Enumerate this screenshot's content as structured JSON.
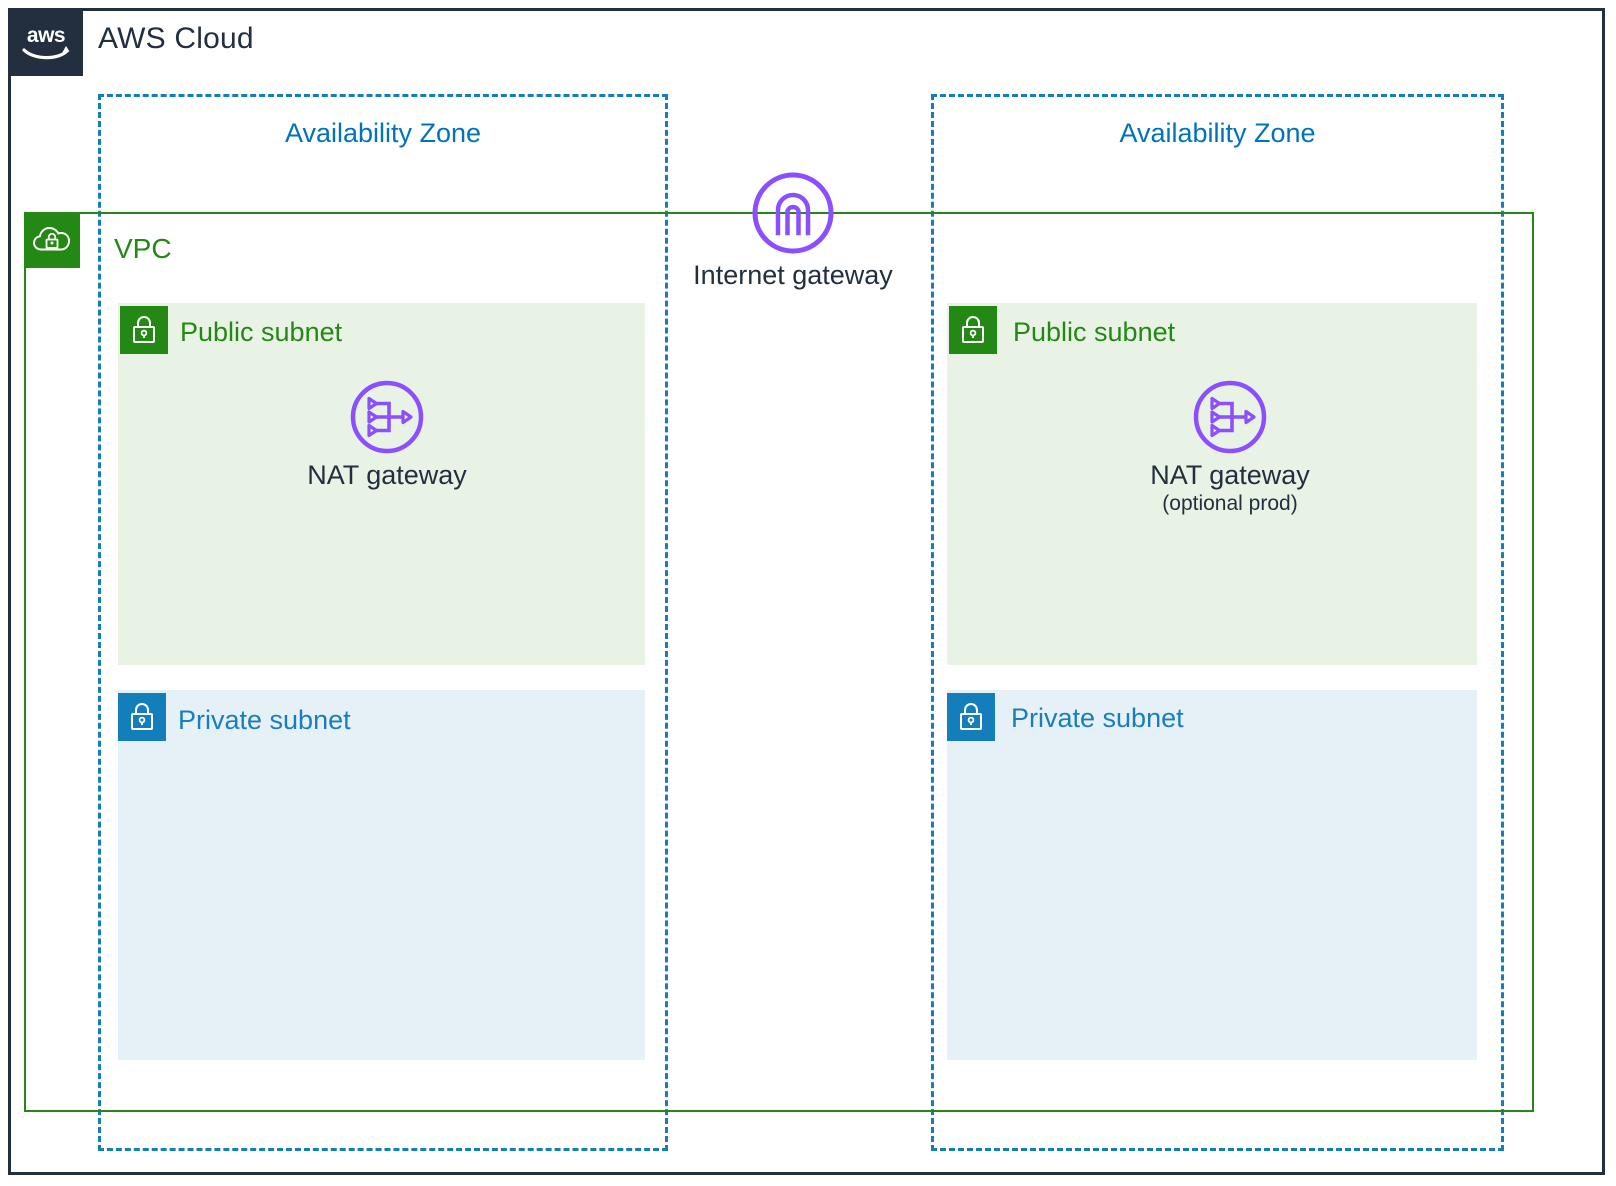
{
  "diagram": {
    "title": "AWS Cloud",
    "logo_icon": "aws-logo-icon"
  },
  "vpc": {
    "label": "VPC",
    "icon": "vpc-cloud-lock-icon",
    "color": "#248814"
  },
  "availability_zones": [
    {
      "label": "Availability Zone",
      "color": "#0073BB",
      "subnets": [
        {
          "label": "Public subnet",
          "type": "public",
          "icon": "padlock-icon",
          "icon_color": "#248814",
          "fill": "#E8F3E6",
          "resources": [
            {
              "label": "NAT gateway",
              "sublabel": "",
              "icon": "nat-gateway-icon",
              "icon_color": "#8C4FFF"
            }
          ]
        },
        {
          "label": "Private subnet",
          "type": "private",
          "icon": "padlock-icon",
          "icon_color": "#147EBA",
          "fill": "#E5F0F7",
          "resources": []
        }
      ]
    },
    {
      "label": "Availability Zone",
      "color": "#0073BB",
      "subnets": [
        {
          "label": "Public subnet",
          "type": "public",
          "icon": "padlock-icon",
          "icon_color": "#248814",
          "fill": "#E8F3E6",
          "resources": [
            {
              "label": "NAT gateway",
              "sublabel": "(optional prod)",
              "icon": "nat-gateway-icon",
              "icon_color": "#8C4FFF"
            }
          ]
        },
        {
          "label": "Private subnet",
          "type": "private",
          "icon": "padlock-icon",
          "icon_color": "#147EBA",
          "fill": "#E5F0F7",
          "resources": []
        }
      ]
    }
  ],
  "internet_gateway": {
    "label": "Internet gateway",
    "icon": "internet-gateway-icon",
    "icon_color": "#8C4FFF"
  },
  "colors": {
    "frame": "#232F3E",
    "az_dashed": "#147EBA",
    "vpc_green": "#248814",
    "public_fill": "#E8F3E6",
    "private_fill": "#E5F0F7",
    "purple": "#8C4FFF",
    "text": "#232F3E"
  }
}
